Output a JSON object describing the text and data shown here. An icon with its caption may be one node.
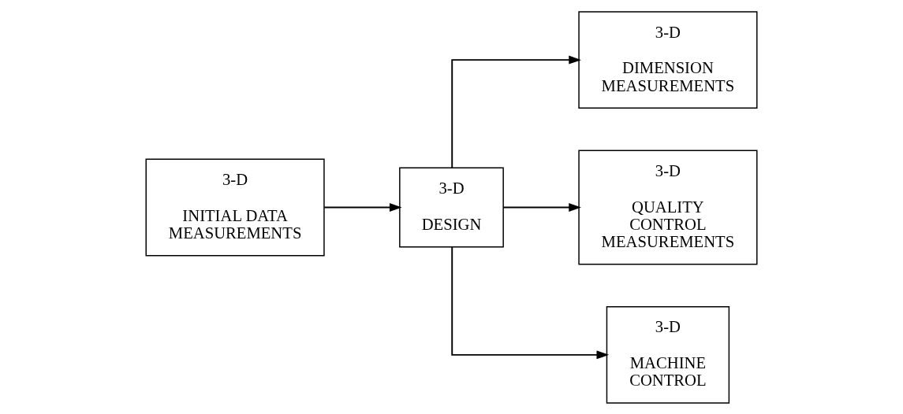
{
  "diagram": {
    "nodes": [
      {
        "text": [
          "3-D",
          "DIMENSION MEASUREMENTS"
        ]
      },
      {
        "text": [
          "3-D",
          "INITIAL DATA MEASUREMENTS"
        ]
      },
      {
        "text": [
          "3-D",
          "DESIGN"
        ]
      },
      {
        "text": [
          "3-D",
          "QUALITY CONTROL MEASUREMENTS"
        ]
      },
      {
        "text": [
          "3-D",
          "MACHINE CONTROL"
        ]
      }
    ],
    "edges": [
      {
        "from": 1,
        "to": 2,
        "arrow": "to"
      },
      {
        "from": 2,
        "to": 0,
        "arrow": "to"
      },
      {
        "from": 2,
        "to": 3,
        "arrow": "to"
      },
      {
        "from": 2,
        "to": 4,
        "arrow": "to"
      }
    ]
  }
}
